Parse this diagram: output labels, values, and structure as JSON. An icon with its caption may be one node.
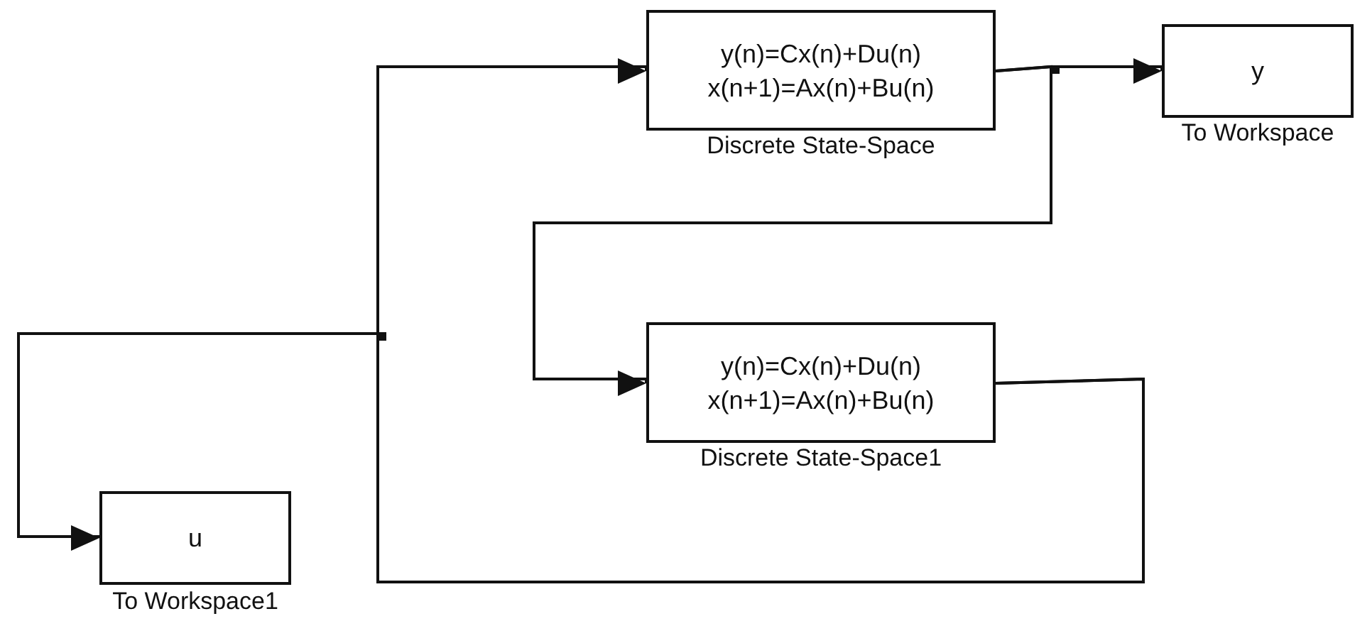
{
  "diagram": {
    "nodes": [
      {
        "text": [
          "y(n)=Cx(n)+Du(n)",
          "x(n+1)=Ax(n)+Bu(n)"
        ],
        "beside": [
          "Discrete State-Space"
        ]
      },
      {
        "text": [
          "y"
        ],
        "beside": [
          "To Workspace"
        ]
      },
      {
        "text": [
          "y(n)=Cx(n)+Du(n)",
          "x(n+1)=Ax(n)+Bu(n)"
        ],
        "beside": [
          "Discrete State-Space1"
        ]
      },
      {
        "text": [
          "u"
        ],
        "beside": [
          "To Workspace1"
        ]
      }
    ],
    "edges": [
      {
        "from": 0,
        "to": 1,
        "arrow": "to"
      },
      {
        "from": 0,
        "to": 2,
        "arrow": "to"
      },
      {
        "from": 2,
        "to": 0,
        "arrow": "to"
      },
      {
        "from": 2,
        "to": 3,
        "arrow": "to"
      }
    ]
  }
}
